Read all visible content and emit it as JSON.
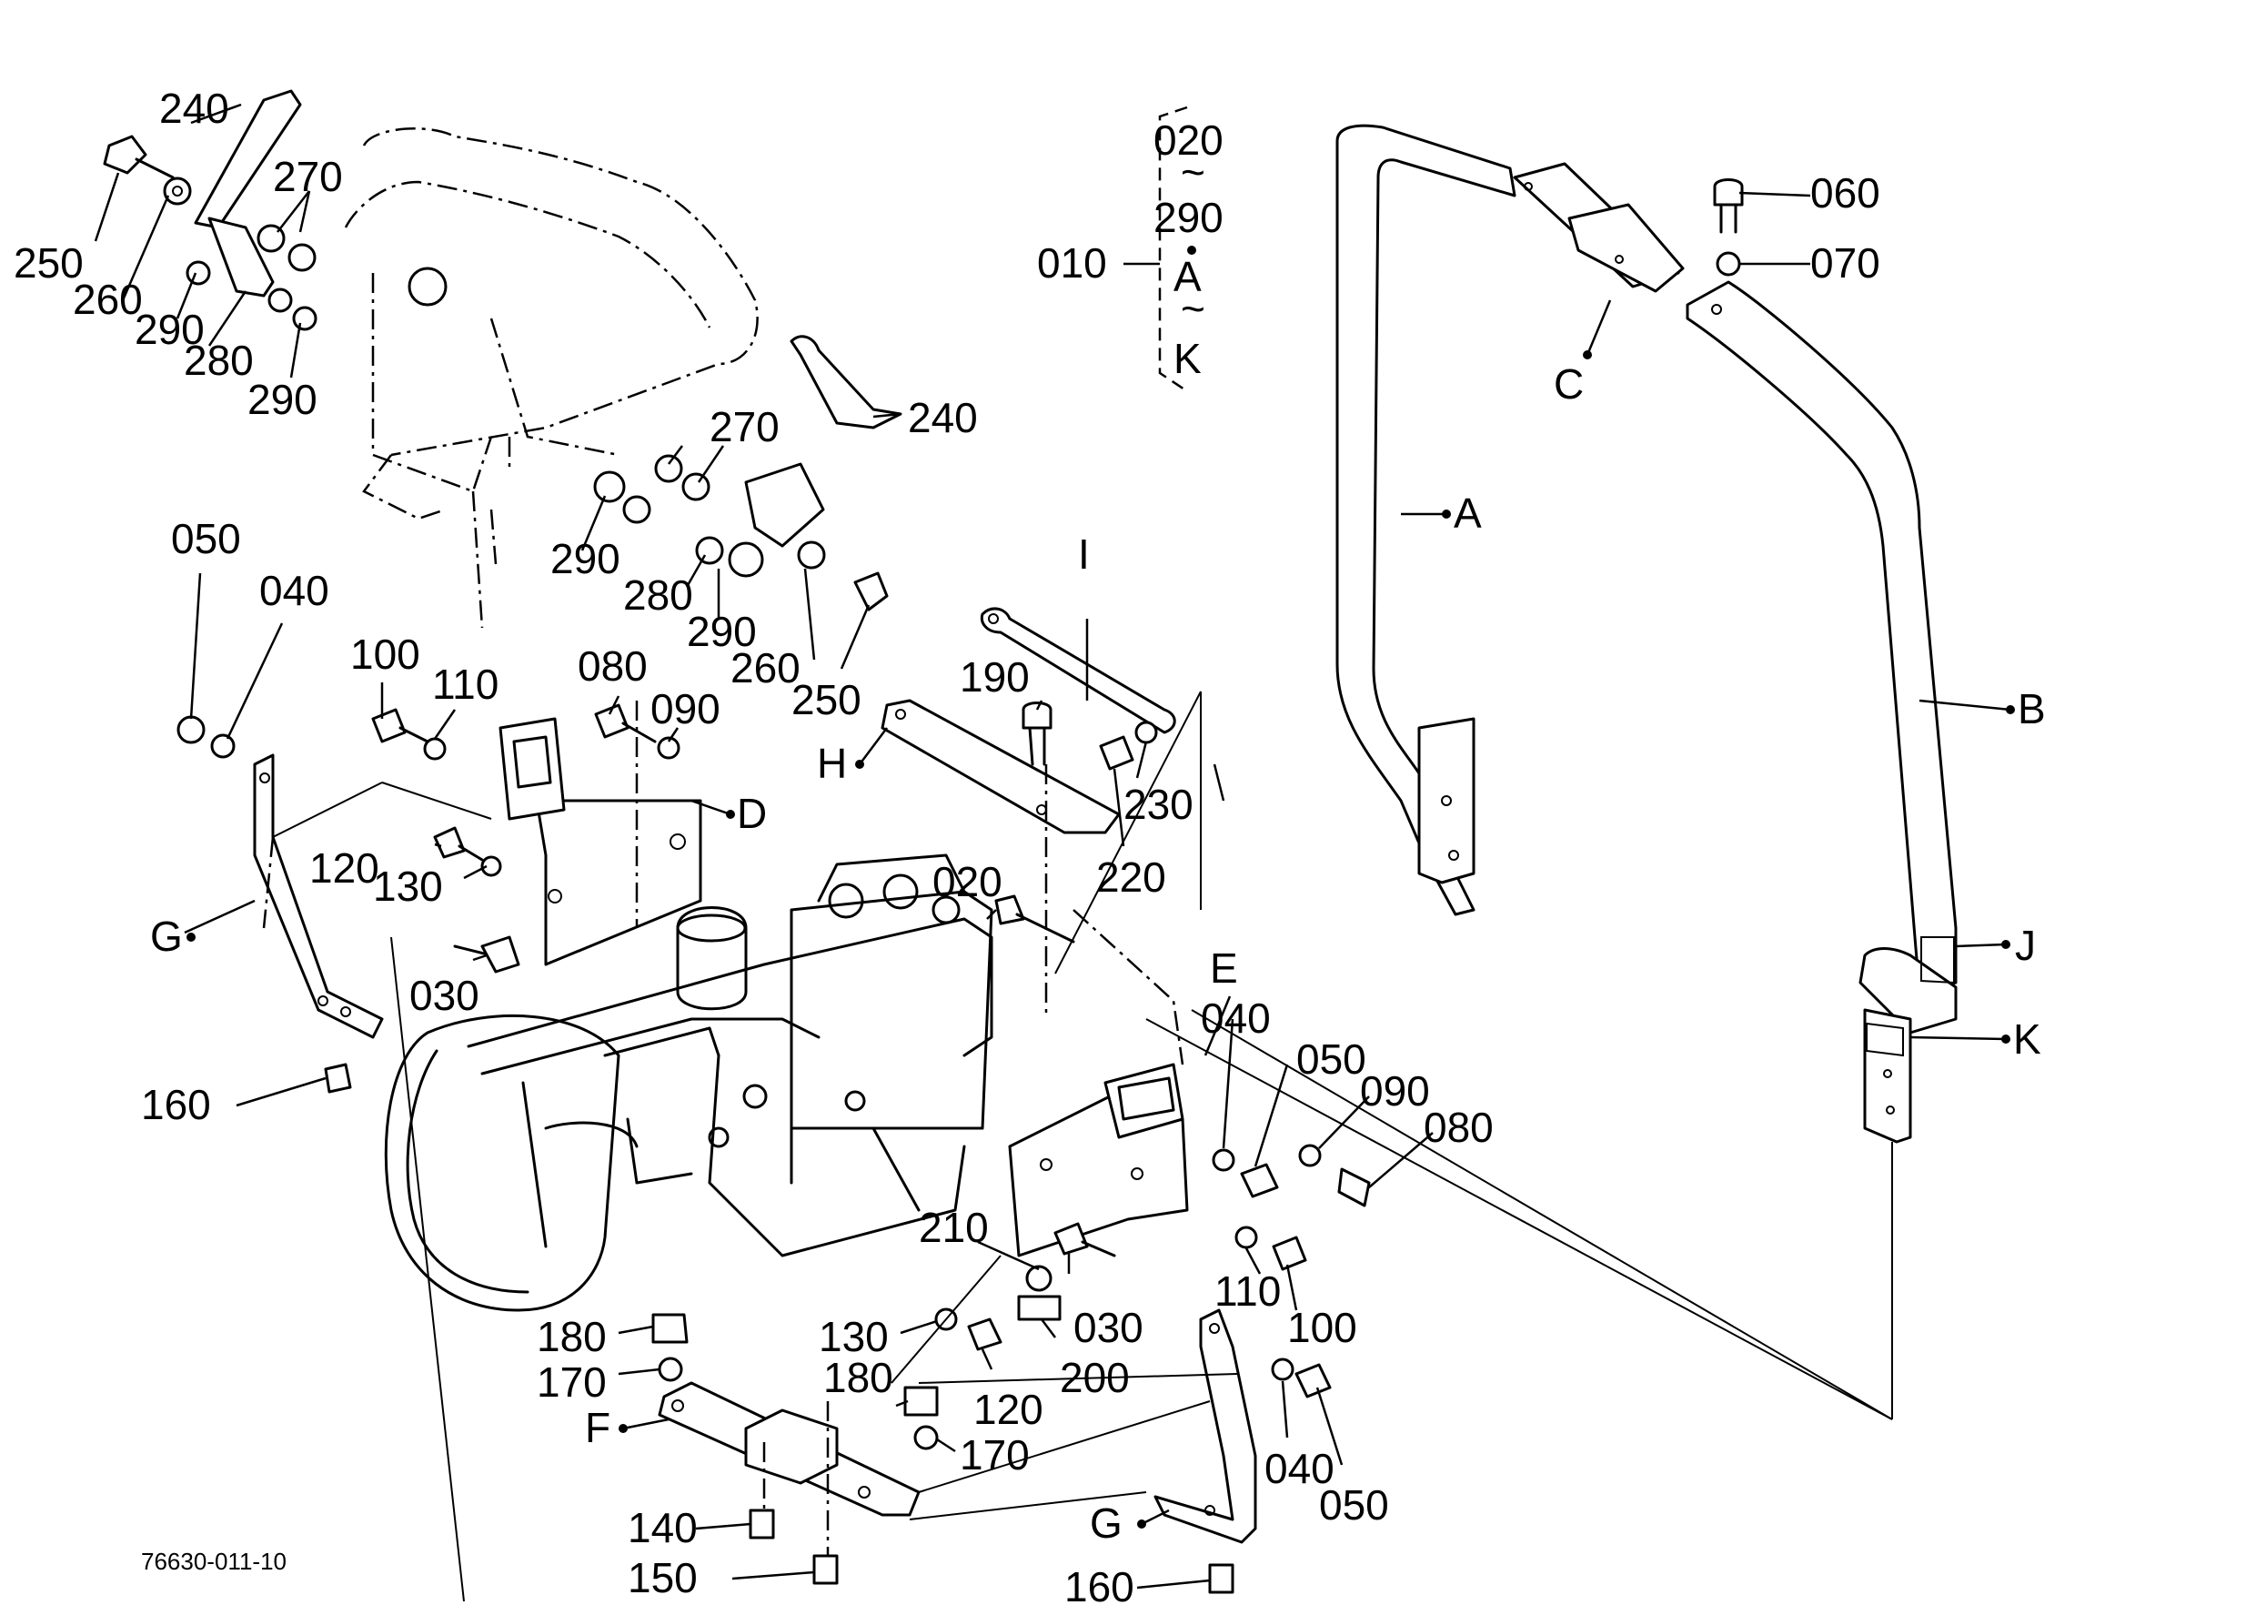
{
  "drawing_number": "76630-011-10",
  "callouts": {
    "c240a": "240",
    "c250a": "250",
    "c260a": "260",
    "c270a": "270",
    "c290a": "290",
    "c280a": "280",
    "c290b": "290",
    "c270b": "270",
    "c240b": "240",
    "c290c": "290",
    "c280b": "280",
    "c290d": "290",
    "c260b": "260",
    "c250b": "250",
    "c050a": "050",
    "c040a": "040",
    "c100a": "100",
    "c110a": "110",
    "c080a": "080",
    "c090a": "090",
    "c120a": "120",
    "c130a": "130",
    "c030a": "030",
    "c160a": "160",
    "c190": "190",
    "c230": "230",
    "c220": "220",
    "c020": "020",
    "c210": "210",
    "c030b": "030",
    "c200": "200",
    "c130b": "130",
    "c120b": "120",
    "c180a": "180",
    "c170a": "170",
    "c180b": "180",
    "c170b": "170",
    "c140": "140",
    "c150": "150",
    "c160b": "160",
    "c040b": "040",
    "c050b": "050",
    "c090b": "090",
    "c080b": "080",
    "c110b": "110",
    "c100b": "100",
    "c040c": "040",
    "c050c": "050",
    "c060": "060",
    "c070": "070"
  },
  "letters": {
    "A": "A",
    "B": "B",
    "C": "C",
    "D": "D",
    "E": "E",
    "F": "F",
    "G1": "G",
    "G2": "G",
    "H": "H",
    "I": "I",
    "J": "J",
    "K": "K"
  },
  "assembly_key": {
    "ref": "010",
    "range_start": "020",
    "range_sep1": "~",
    "range_end": "290",
    "letter_start": "A",
    "range_sep2": "~",
    "letter_end": "K"
  }
}
